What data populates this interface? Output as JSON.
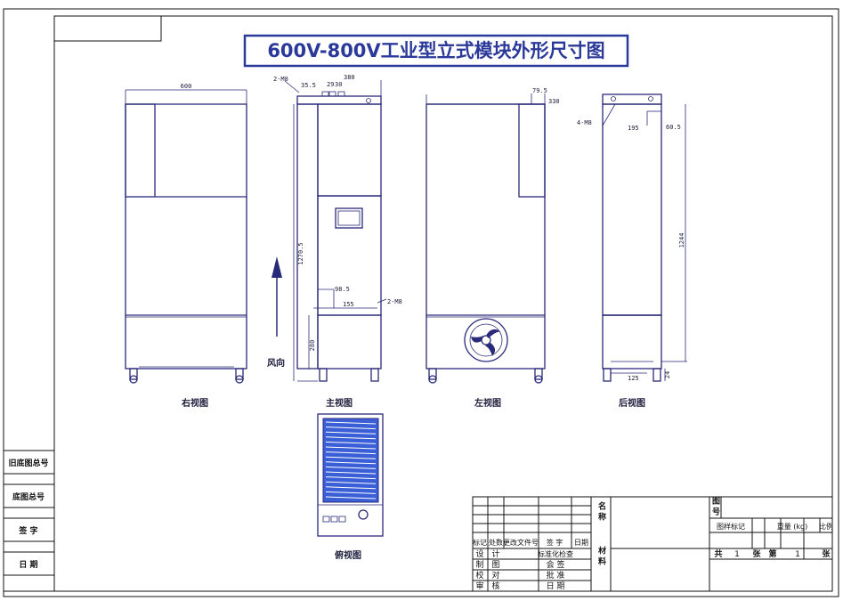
{
  "drawing": {
    "title": "600V-800V工业型立式模块外形尺寸图",
    "wind_direction_label": "风向"
  },
  "views": {
    "right": {
      "label": "右视图",
      "width_dim": "600"
    },
    "main": {
      "label": "主视图",
      "dims": {
        "screw_top": "2-M8",
        "d1": "35.5",
        "d2": "29",
        "d3": "30",
        "d4": "380",
        "height": "1270.5",
        "d5": "98.5",
        "d6": "155",
        "screw_low": "2-M8",
        "d7": "280"
      }
    },
    "left": {
      "label": "左视图",
      "dims": {
        "d1": "79.5",
        "d2": "330"
      }
    },
    "rear": {
      "label": "后视图",
      "dims": {
        "screw": "4-M8",
        "d1": "195",
        "d2": "60.5",
        "height": "1244",
        "d3": "125",
        "d4": "24"
      }
    },
    "top": {
      "label": "俯视图"
    }
  },
  "side_block": {
    "cells": [
      "旧底图总号",
      "底图总号",
      "签 字",
      "日 期"
    ]
  },
  "title_block": {
    "rev_headers": [
      "标记",
      "处数",
      "更改文件号",
      "签 字",
      "日期"
    ],
    "left_rows": [
      [
        "设",
        "计"
      ],
      [
        "制",
        "图"
      ],
      [
        "校",
        "对"
      ],
      [
        "审",
        "核"
      ]
    ],
    "mid_col": [
      "标准化检查",
      "会 签",
      "批 准",
      "日 期"
    ],
    "name_label": "名 称",
    "material_label": "材 料",
    "drawing_no_label": "图 号",
    "stage_label": "图样标记",
    "weight_label": "重量 (kg)",
    "scale_label": "比例",
    "sheets": {
      "total_label": "共",
      "total": "1",
      "sheet_unit": "张",
      "page_label": "第",
      "page": "1",
      "page_unit": "张"
    }
  }
}
